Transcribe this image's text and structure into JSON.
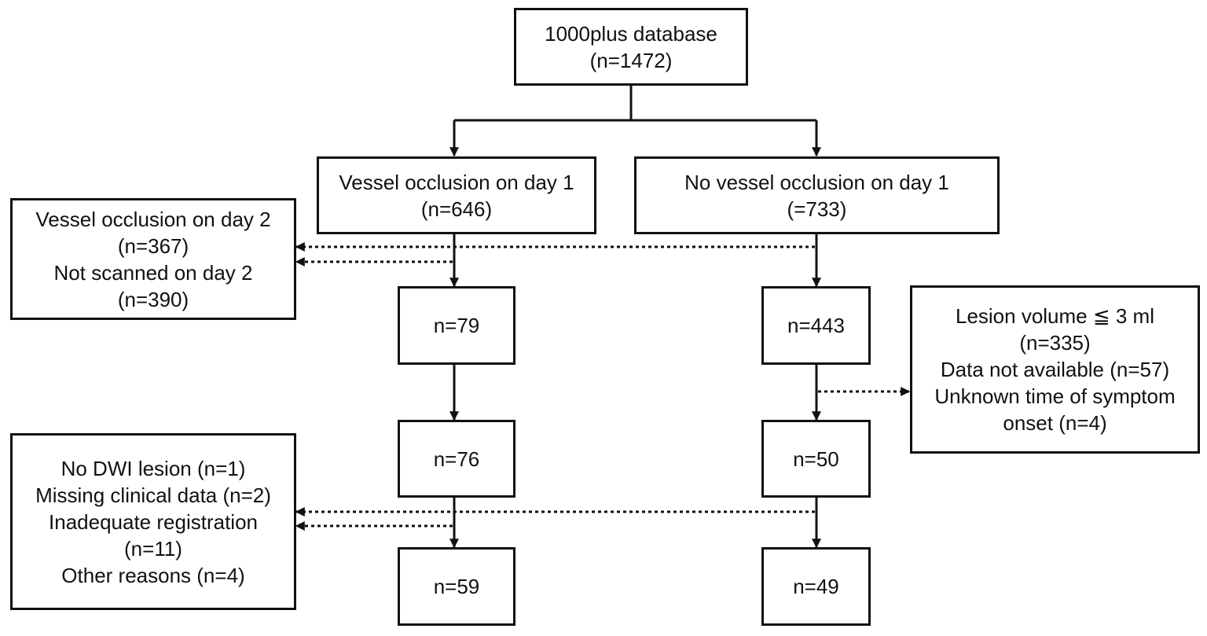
{
  "boxes": {
    "database": {
      "line1": "1000plus database",
      "line2": "(n=1472)"
    },
    "vessel_day1": {
      "line1": "Vessel occlusion on day 1",
      "line2": "(n=646)"
    },
    "no_vessel_day1": {
      "line1": "No vessel occlusion on day 1",
      "line2": "(=733)"
    },
    "exclusion_day2": {
      "line1": "Vessel occlusion on day 2",
      "line2": "(n=367)",
      "line3": "Not scanned on day 2",
      "line4": "(n=390)"
    },
    "left_n79": {
      "text": "n=79"
    },
    "right_n443": {
      "text": "n=443"
    },
    "exclusion_lesion": {
      "line1": "Lesion volume ≦ 3 ml",
      "line2": "(n=335)",
      "line3": "Data not available (n=57)",
      "line4": "Unknown time of symptom",
      "line5": "onset (n=4)"
    },
    "left_n76": {
      "text": "n=76"
    },
    "right_n50": {
      "text": "n=50"
    },
    "exclusion_final": {
      "line1": "No DWI lesion (n=1)",
      "line2": "Missing clinical data (n=2)",
      "line3": "Inadequate registration",
      "line4": "(n=11)",
      "line5": "Other reasons (n=4)"
    },
    "left_n59": {
      "text": "n=59"
    },
    "right_n49": {
      "text": "n=49"
    }
  }
}
